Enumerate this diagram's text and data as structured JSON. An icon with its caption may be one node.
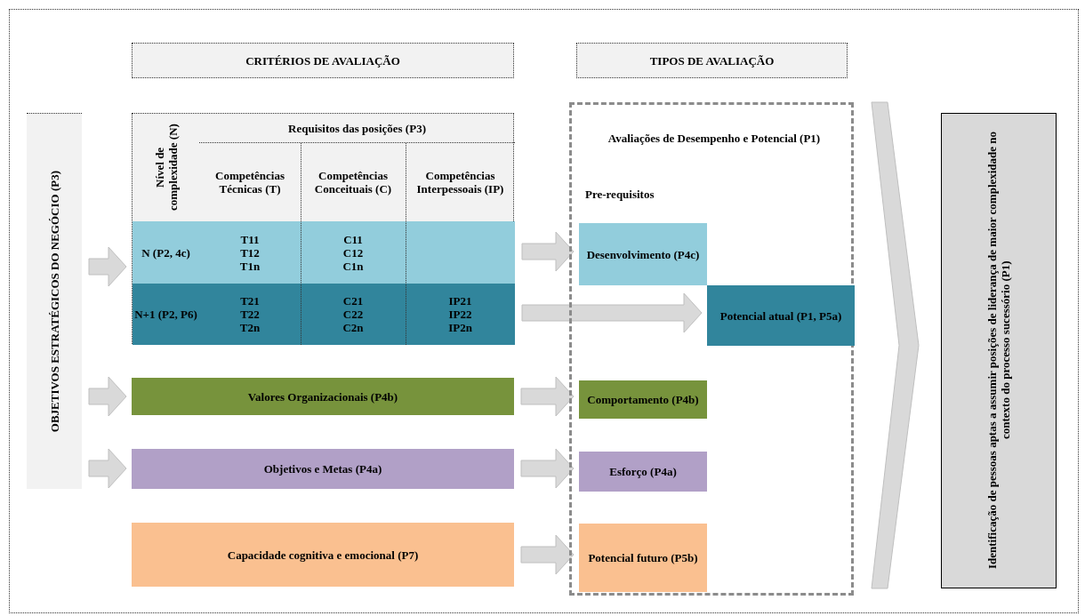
{
  "diagram": {
    "nodes": [
      {
        "text": [
          "OBJETIVOS ESTRATÉGICOS DO NEGÓCIO (P3)"
        ]
      },
      {
        "text": [
          "CRITÉRIOS DE AVALIAÇÃO"
        ]
      },
      {
        "text": [
          "TIPOS DE AVALIAÇÃO"
        ]
      },
      {
        "text": [
          "Nível de complexidade (N)",
          "Requisitos das posições (P3)",
          "Competências Técnicas (T)",
          "Competências Conceituais (C)",
          "Competências Interpessoais (IP)"
        ]
      },
      {
        "text": [
          "N (P2, 4c)",
          "T11 T12 T1n",
          "C11 C12 C1n"
        ],
        "in": 3
      },
      {
        "text": [
          "N+1 (P2, P6)",
          "T21 T22 T2n",
          "C21 C22 C2n",
          "IP21 IP22 IP2n"
        ],
        "in": 3
      },
      {
        "text": [
          "Valores Organizacionais (P4b)"
        ]
      },
      {
        "text": [
          "Objetivos e Metas (P4a)"
        ]
      },
      {
        "text": [
          "Capacidade cognitiva e emocional (P7)"
        ]
      },
      {
        "text": [
          "Avaliações de Desempenho e Potencial (P1)",
          "Pre-requisitos"
        ]
      },
      {
        "text": [
          "Desenvolvimento (P4c)"
        ],
        "in": 9
      },
      {
        "text": [
          "Potencial atual (P1, P5a)"
        ],
        "in": 9
      },
      {
        "text": [
          "Comportamento (P4b)"
        ],
        "in": 9
      },
      {
        "text": [
          "Esforço (P4a)"
        ],
        "in": 9
      },
      {
        "text": [
          "Potencial futuro (P5b)"
        ],
        "in": 9
      },
      {
        "text": [
          "Identificação de pessoas aptas a assumir posições de liderança de maior complexidade no contexto do processo sucessório (P1)"
        ]
      }
    ],
    "edges": [
      {
        "from": 0,
        "to": 3,
        "arrow": "to"
      },
      {
        "from": 0,
        "to": 6,
        "arrow": "to"
      },
      {
        "from": 0,
        "to": 7,
        "arrow": "to"
      },
      {
        "from": 4,
        "to": 10,
        "arrow": "to"
      },
      {
        "from": 5,
        "to": 11,
        "arrow": "to"
      },
      {
        "from": 6,
        "to": 12,
        "arrow": "to"
      },
      {
        "from": 7,
        "to": 13,
        "arrow": "to"
      },
      {
        "from": 8,
        "to": 14,
        "arrow": "to"
      },
      {
        "from": 9,
        "to": 15,
        "arrow": "to"
      }
    ]
  }
}
